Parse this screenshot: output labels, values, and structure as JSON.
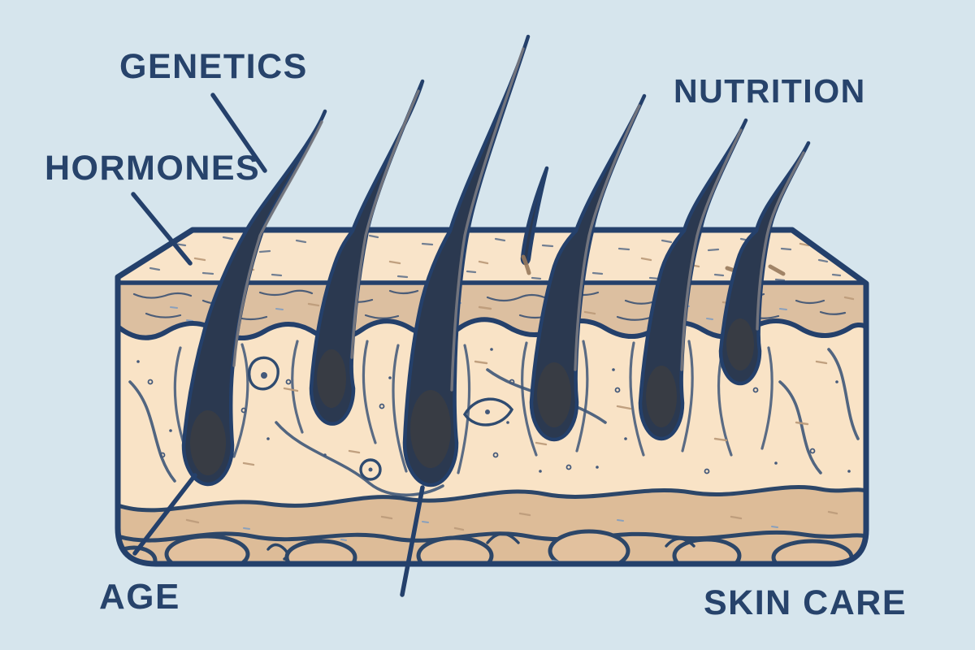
{
  "diagram": {
    "labels": {
      "genetics": "GENETICS",
      "hormones": "HORMONES",
      "nutrition": "NUTRITION",
      "age": "AGE",
      "skin_care": "SKIN CARE"
    },
    "colors": {
      "background": "#d6e5ed",
      "outline": "#24406b",
      "label_text": "#27436b",
      "skin_surface": "#f9e4c9",
      "epidermis": "#dcbfa0",
      "dermis": "#f9e3c6",
      "hypodermis": "#ddbc98",
      "fat_cell": "#e2c19e",
      "hair": "#2b3950",
      "hair_core": "#77777e",
      "follicle_bulb": "#3a3d43",
      "surface_accent_brown": "#97795c"
    }
  }
}
